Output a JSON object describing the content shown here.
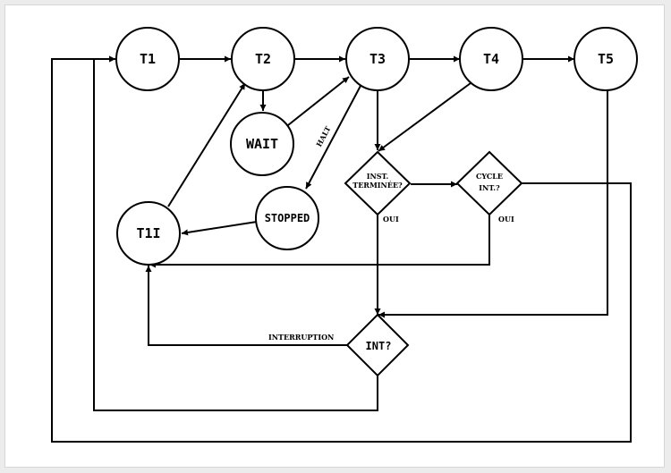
{
  "nodes": {
    "t1": "T1",
    "t2": "T2",
    "t3": "T3",
    "t4": "T4",
    "t5": "T5",
    "wait": "WAIT",
    "stopped": "STOPPED",
    "t1i": "T1I",
    "inst_line1": "INST.",
    "inst_line2": "TERMINÉE?",
    "cycle_line1": "CYCLE",
    "cycle_line2": "INT.?",
    "int": "INT?"
  },
  "edge_labels": {
    "halt": "HALT",
    "oui_inst": "OUI",
    "oui_cycle": "OUI",
    "interruption": "INTERRUPTION"
  }
}
